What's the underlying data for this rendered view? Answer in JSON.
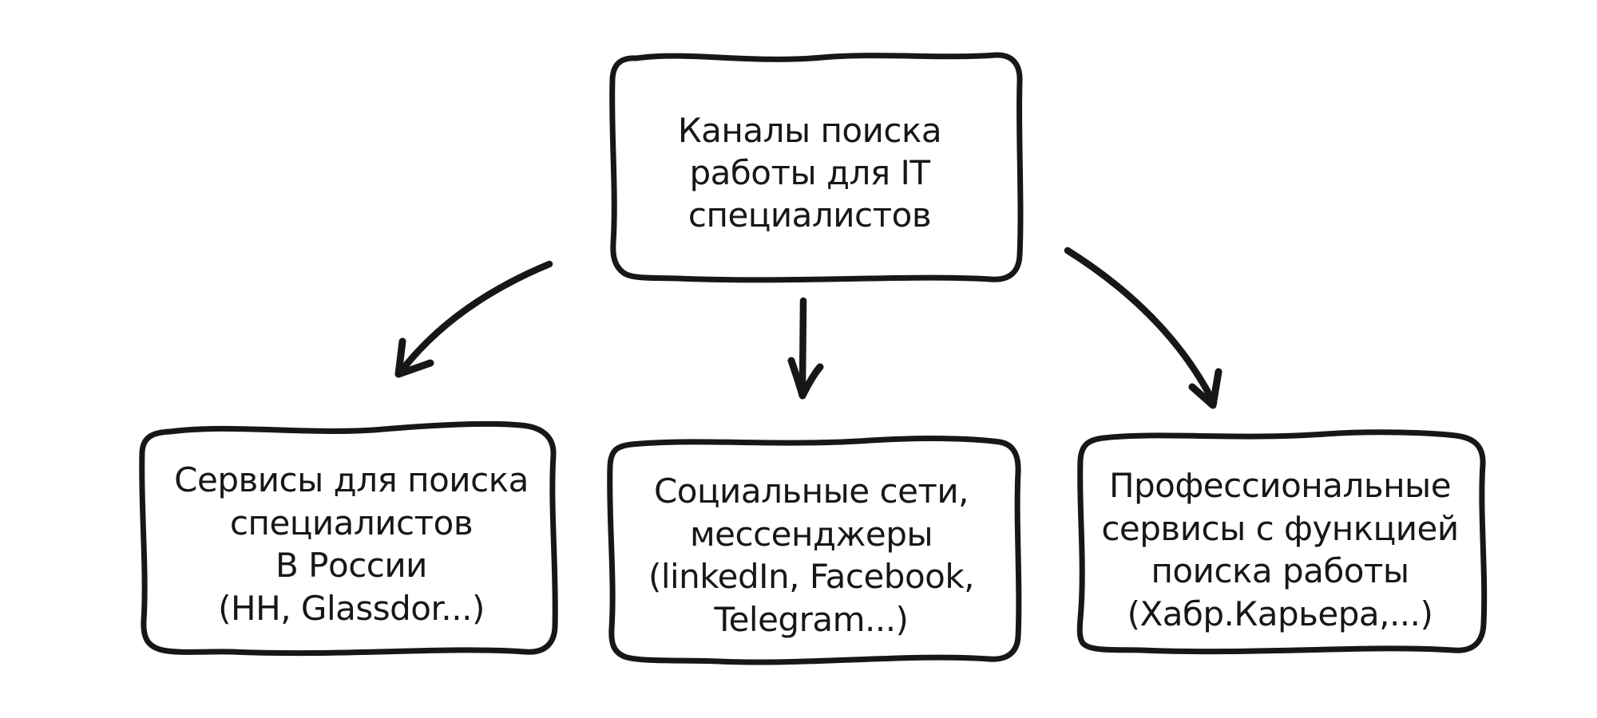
{
  "diagram": {
    "background_color": "#ffffff",
    "ink_color": "#171717",
    "root": {
      "id": "root",
      "lines": [
        "Каналы поиска",
        "работы для IT",
        "специалистов"
      ]
    },
    "children": [
      {
        "id": "russia-services",
        "lines": [
          "Сервисы для поиска",
          "специалистов",
          "В России",
          "(HH, Glassdor...)"
        ]
      },
      {
        "id": "social-networks",
        "lines": [
          "Социальные сети,",
          "мессенджеры",
          "(linkedIn, Facebook,",
          "Telegram...)"
        ]
      },
      {
        "id": "professional-services",
        "lines": [
          "Профессиональные",
          "сервисы с функцией",
          "поиска работы",
          "(Хабр.Карьера,...)"
        ]
      }
    ],
    "connections": [
      {
        "from": "root",
        "to": "russia-services"
      },
      {
        "from": "root",
        "to": "social-networks"
      },
      {
        "from": "root",
        "to": "professional-services"
      }
    ]
  }
}
